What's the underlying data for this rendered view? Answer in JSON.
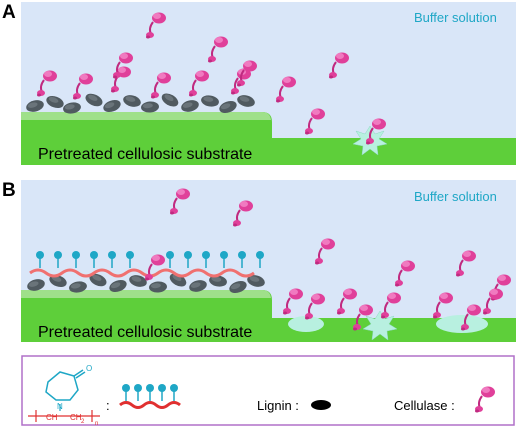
{
  "panel_a": {
    "letter": "A",
    "buffer_label": "Buffer solution",
    "substrate_label": "Pretreated cellulosic substrate"
  },
  "panel_b": {
    "letter": "B",
    "buffer_label": "Buffer solution",
    "substrate_label": "Pretreated cellulosic substrate"
  },
  "legend": {
    "colon": ":",
    "n_label": "N",
    "o_label": "O",
    "ch_label": "CH",
    "ch2_label": "CH",
    "sub_2": "2",
    "sub_n": "n",
    "lignin_label": "Lignin :",
    "cellulase_label": "Cellulase :"
  },
  "colors": {
    "buffer": "#d9e6f8",
    "substrate": "#5ecf3a",
    "substrate_top": "#9fe08a",
    "lignin": "#505a60",
    "cellulase": "#e0409a",
    "cellulase_light": "#f07ac0",
    "polymer_chain": "#f07070",
    "polymer_head": "#1fa7c6",
    "legend_border": "#b070c8",
    "hydrolysis_burst": "#b8f0e0"
  },
  "icons": {
    "cellulase": "cellulase-enzyme-icon",
    "lignin": "lignin-blob-icon",
    "polymer": "polymer-chain-icon",
    "burst": "hydrolysis-burst-icon"
  }
}
